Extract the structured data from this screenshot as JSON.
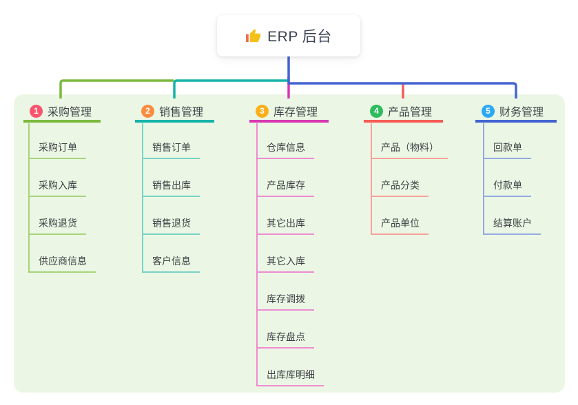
{
  "root": {
    "label": "ERP 后台",
    "icon": "thumbs-up-icon"
  },
  "branches": [
    {
      "index": "1",
      "label": "采购管理",
      "badge_color": "#f8566e",
      "line_color": "#7cb93e",
      "child_line_color": "#a9d37b",
      "children": [
        "采购订单",
        "采购入库",
        "采购退货",
        "供应商信息"
      ]
    },
    {
      "index": "2",
      "label": "销售管理",
      "badge_color": "#fb8c40",
      "line_color": "#16b3aa",
      "child_line_color": "#77d2c6",
      "children": [
        "销售订单",
        "销售出库",
        "销售退货",
        "客户信息"
      ]
    },
    {
      "index": "3",
      "label": "库存管理",
      "badge_color": "#fcaf1b",
      "line_color": "#d838b2",
      "child_line_color": "#ef8bd2",
      "children": [
        "仓库信息",
        "产品库存",
        "其它出库",
        "其它入库",
        "库存调拨",
        "库存盘点",
        "出库库明细"
      ]
    },
    {
      "index": "4",
      "label": "产品管理",
      "badge_color": "#2ebc5e",
      "line_color": "#f75b55",
      "child_line_color": "#f9a19b",
      "children": [
        "产品（物料）",
        "产品分类",
        "产品单位"
      ]
    },
    {
      "index": "5",
      "label": "财务管理",
      "badge_color": "#2ba9f4",
      "line_color": "#4463d2",
      "child_line_color": "#94a9e4",
      "children": [
        "回款单",
        "付款单",
        "结算账户"
      ]
    }
  ],
  "colors": {
    "canvas_bg": "#ffffff",
    "panel_bg": "#ebf7e4",
    "root_line": "#4463d2",
    "text": "#3f4046"
  }
}
